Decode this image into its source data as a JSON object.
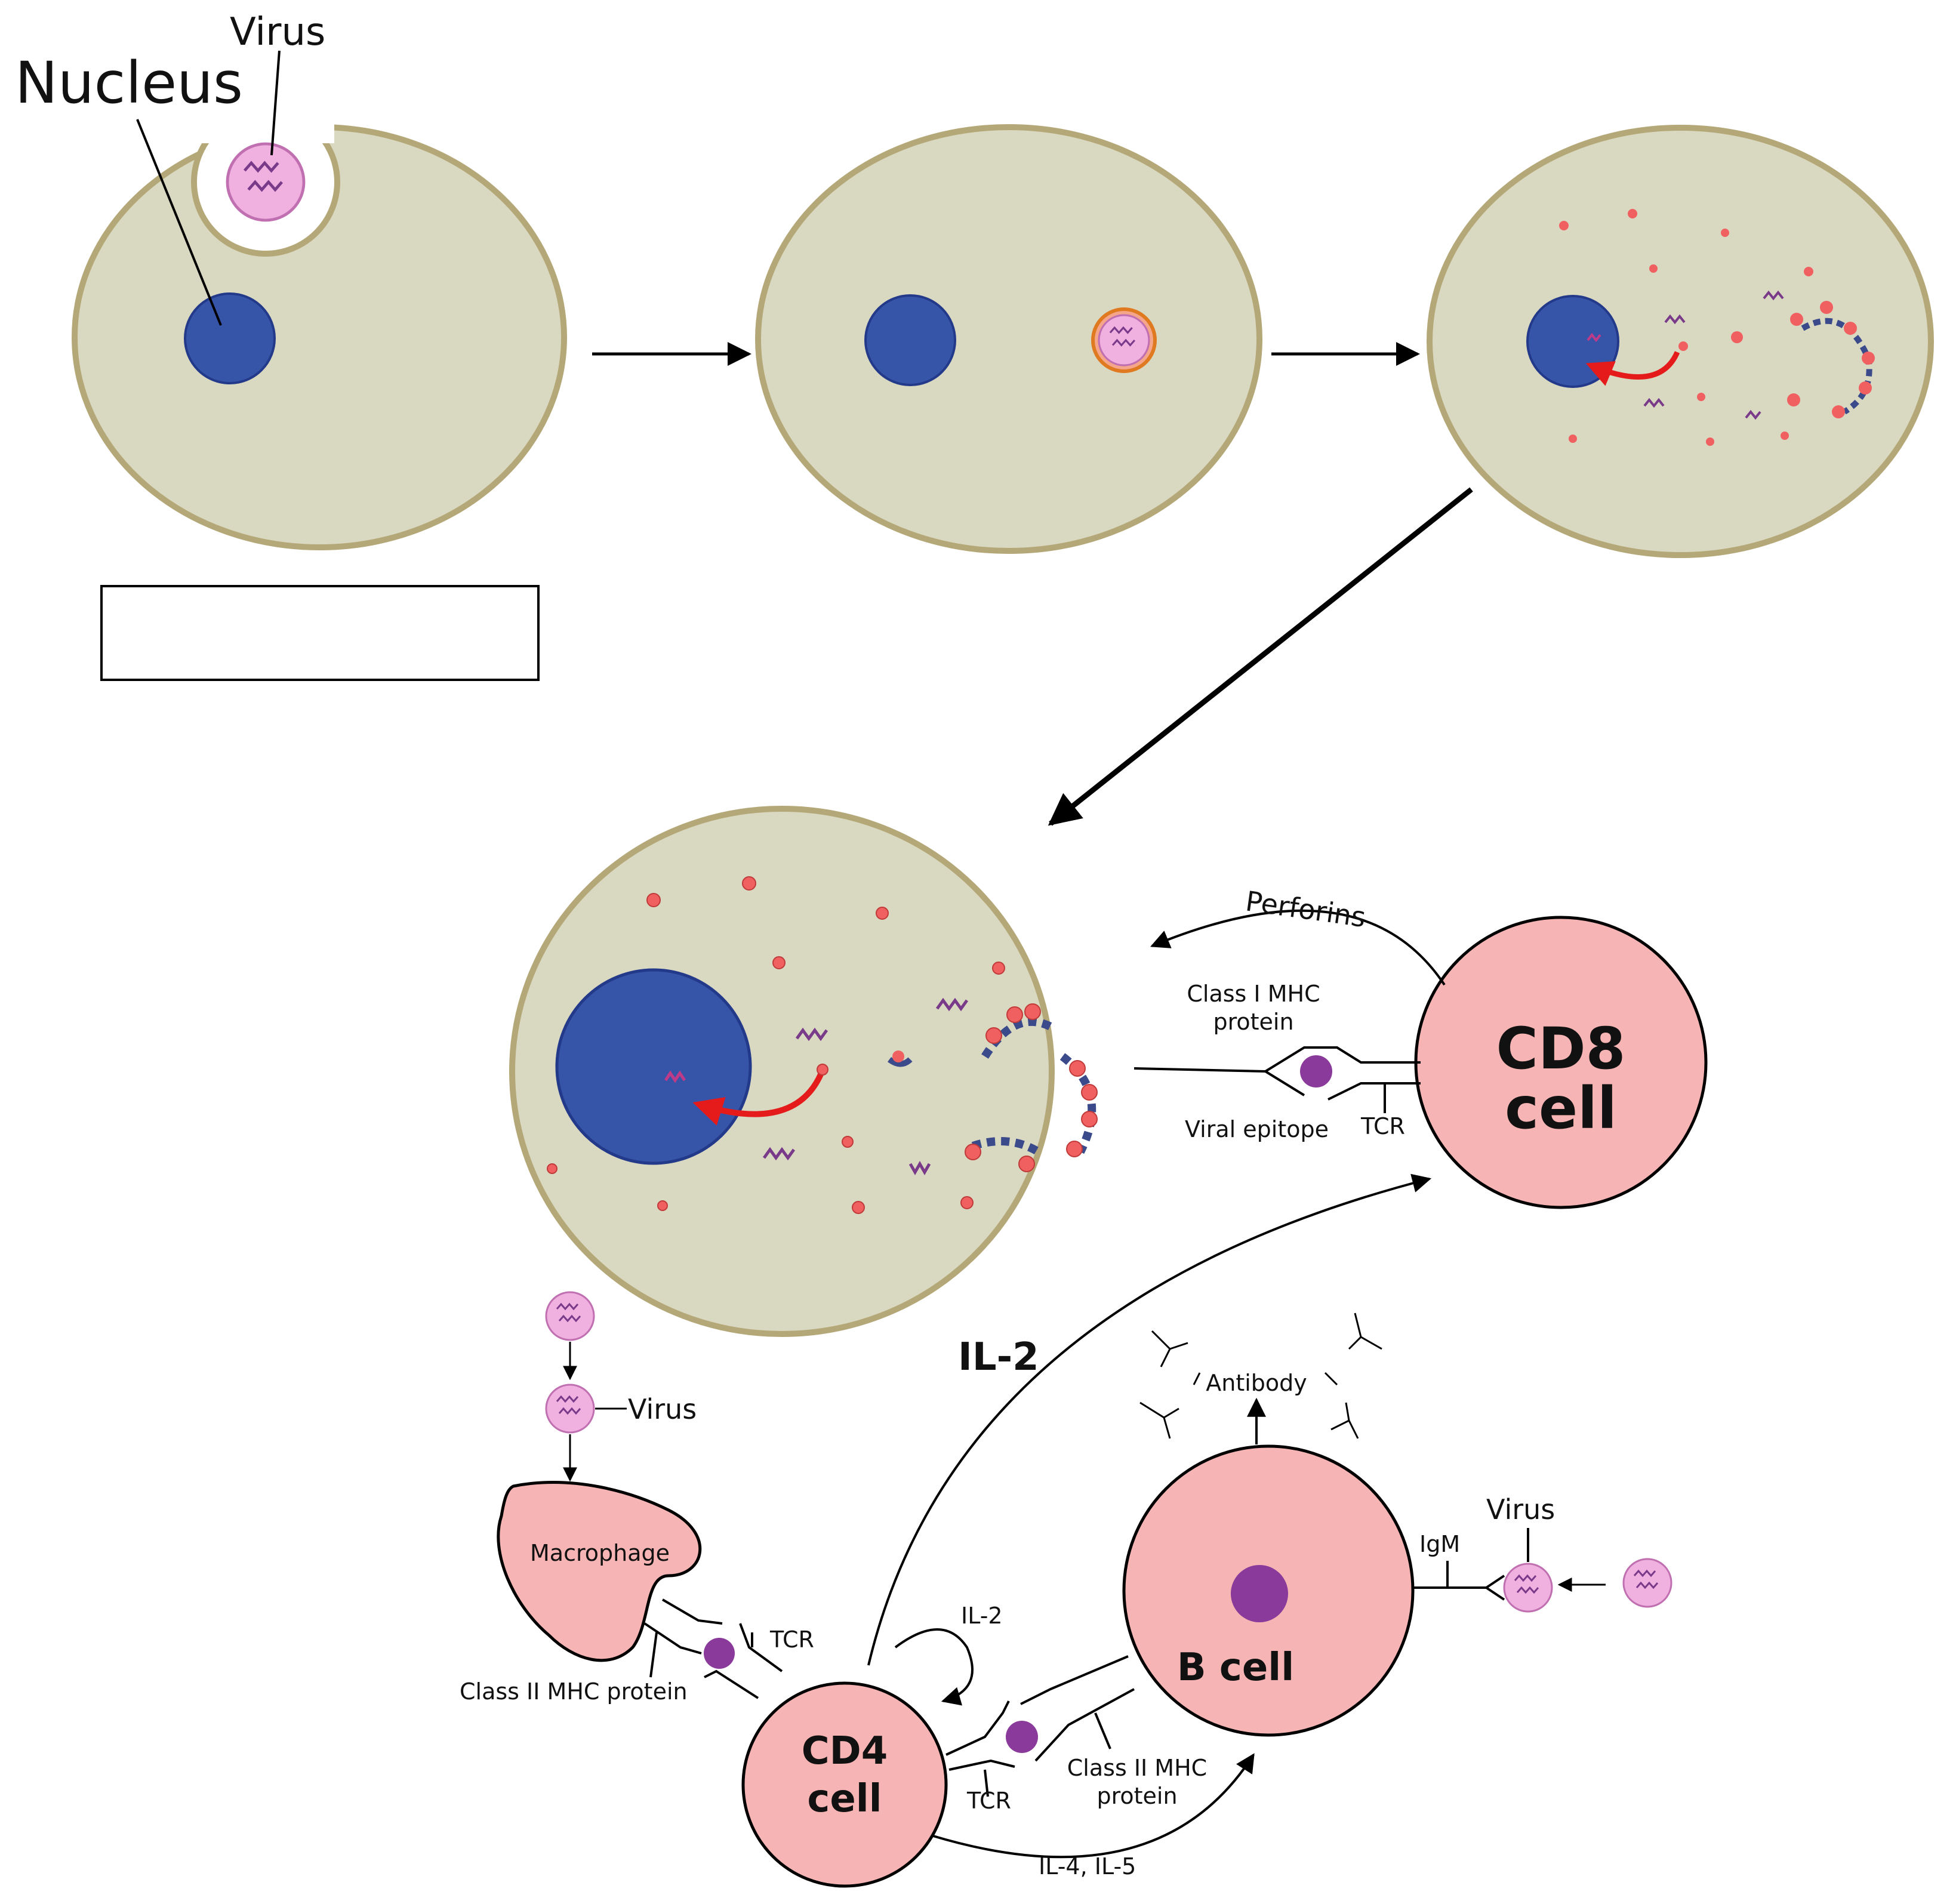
{
  "labels": {
    "nucleus": "Nucleus",
    "virus_top": "Virus",
    "perforins": "Perforins",
    "class1_mhc_line1": "Class I MHC",
    "class1_mhc_line2": "protein",
    "viral_epitope": "Viral epitope",
    "tcr_cd8": "TCR",
    "cd8_line1": "CD8",
    "cd8_line2": "cell",
    "il2_big": "IL-2",
    "virus_left": "Virus",
    "antibody": "Antibody",
    "macrophage": "Macrophage",
    "igm": "IgM",
    "virus_right": "Virus",
    "tcr_macrophage": "TCR",
    "il2_small": "IL-2",
    "class2_mhc_left": "Class II MHC protein",
    "b_cell": "B cell",
    "cd4_line1": "CD4",
    "cd4_line2": "cell",
    "class2_mhc_right_line1": "Class II MHC",
    "class2_mhc_right_line2": "protein",
    "tcr_cd4": "TCR",
    "il45": "IL-4, IL-5"
  },
  "colors": {
    "cytoplasm": "#d9d8c0",
    "cell_border": "#b5a878",
    "nucleus": "#3654a8",
    "immune_cell": "#f6b4b4",
    "epitope": "#8a3a9a",
    "viral_particle": "#f06060",
    "rna": "#7a3a8a",
    "red_arrow": "#e51b1b",
    "virus_body": "#f0b0e0"
  }
}
